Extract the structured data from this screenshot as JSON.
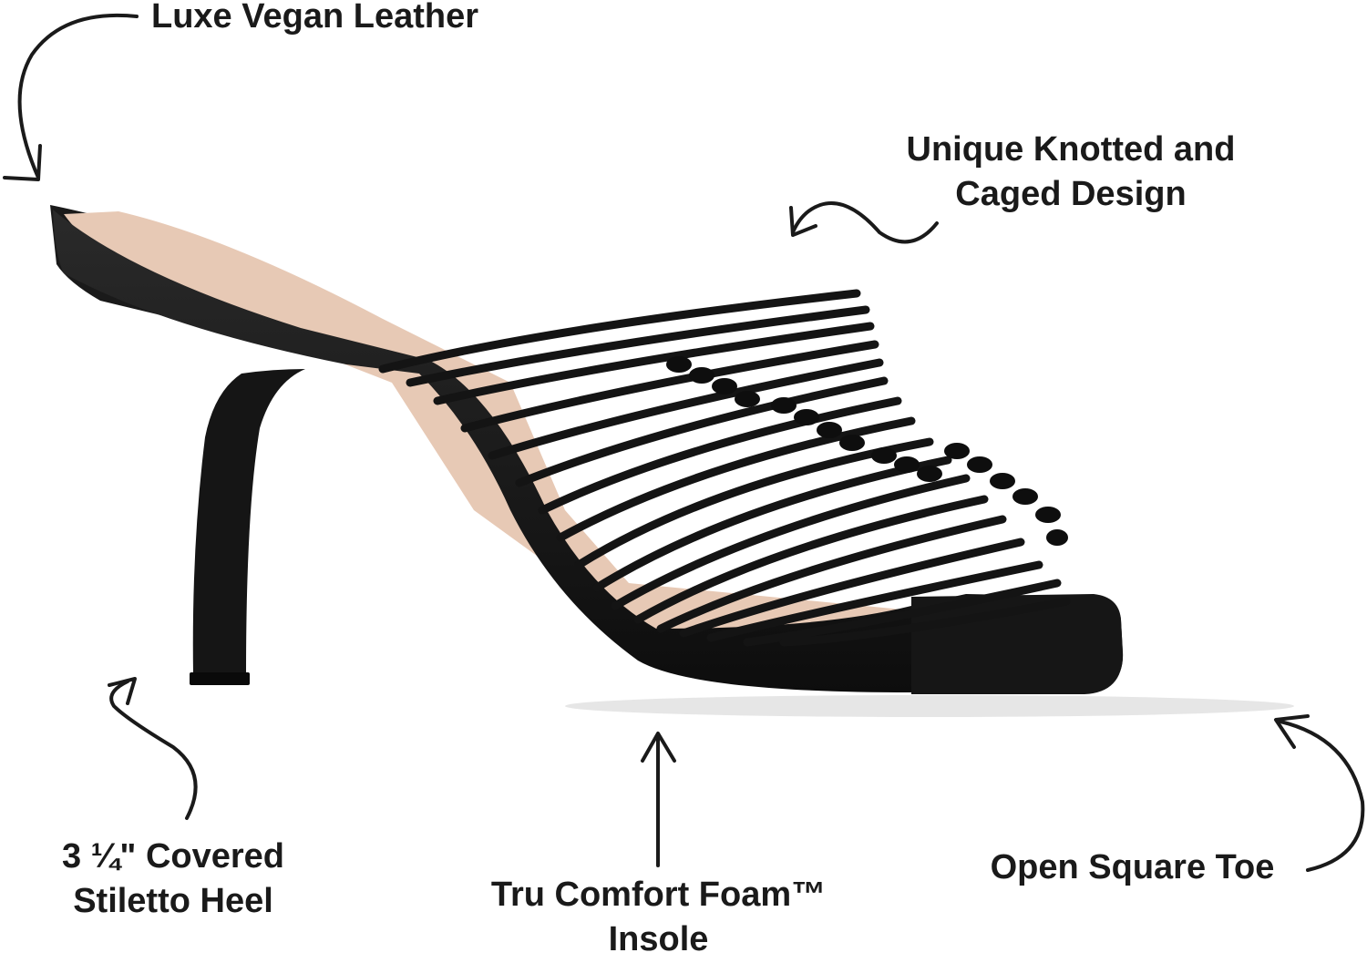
{
  "features": {
    "leather": "Luxe Vegan Leather",
    "design_line1": "Unique Knotted and",
    "design_line2": "Caged Design",
    "heel_line1": "3 ¼\" Covered",
    "heel_line2": "Stiletto Heel",
    "insole_line1": "Tru Comfort Foam™",
    "insole_line2": "Insole",
    "toe": "Open Square Toe"
  },
  "product": {
    "name": "knotted caged stiletto heel sandal",
    "color": "#141414",
    "insole_color": "#e7c9b5"
  },
  "arrows": {
    "color": "#1a1a1a"
  }
}
